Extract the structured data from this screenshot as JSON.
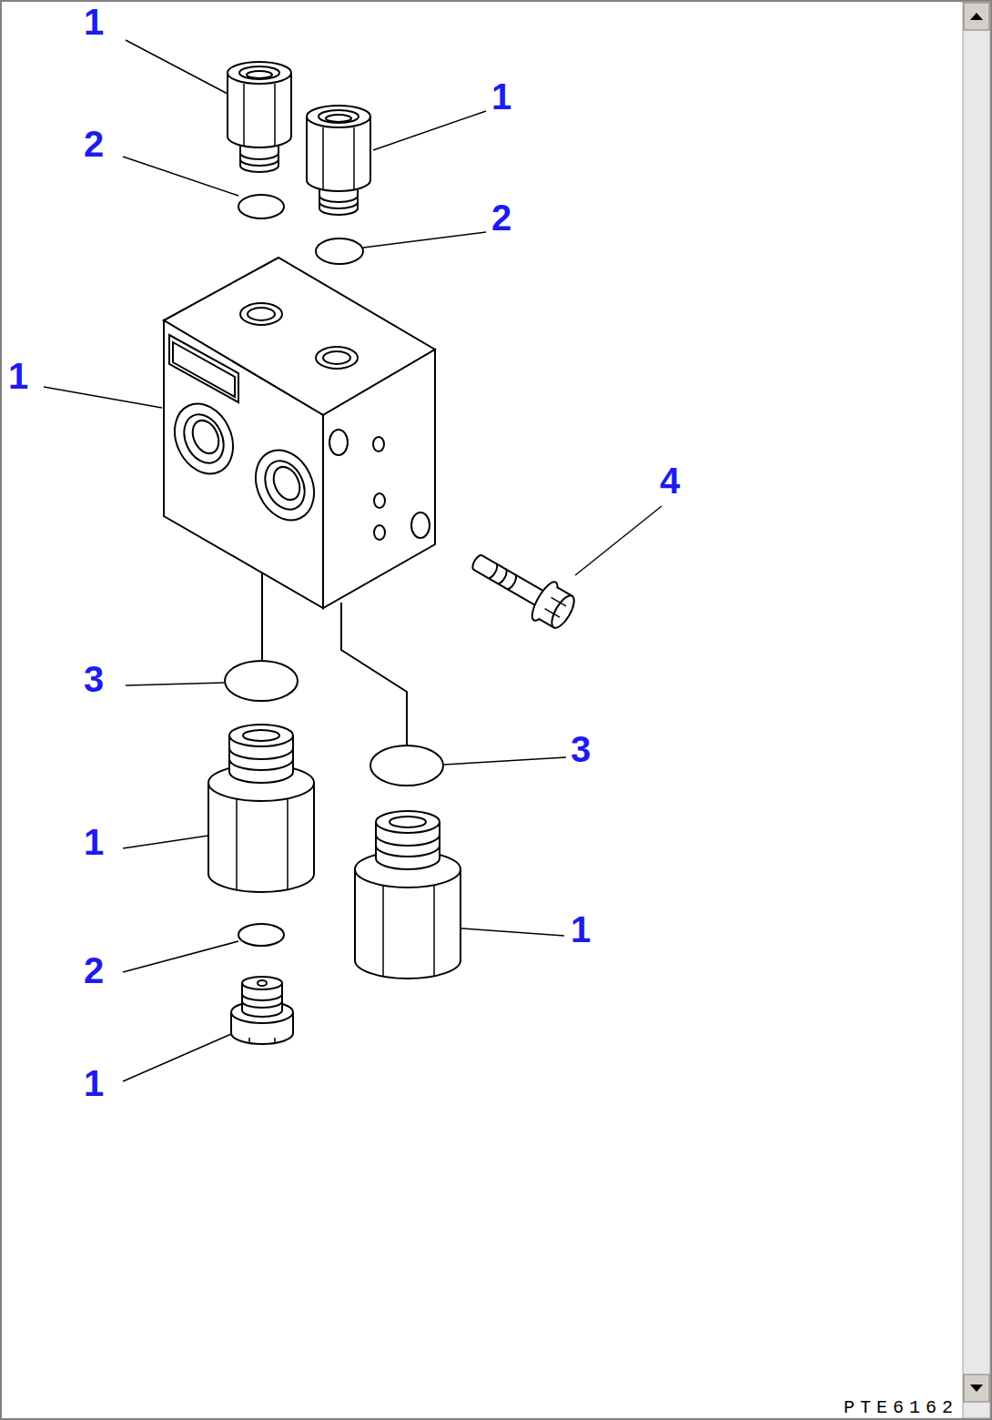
{
  "diagram": {
    "labels": [
      "1",
      "1",
      "2",
      "2",
      "1",
      "4",
      "3",
      "3",
      "1",
      "1",
      "2",
      "1",
      "PTE6162"
    ]
  }
}
